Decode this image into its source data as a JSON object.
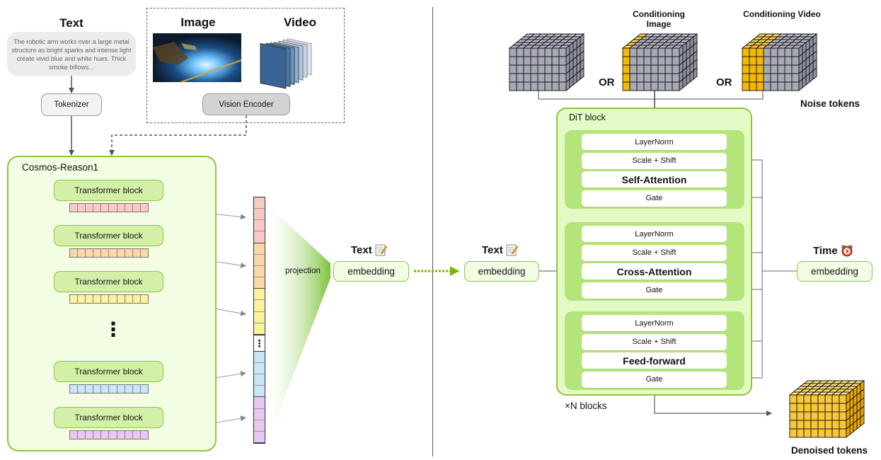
{
  "left": {
    "text_input": {
      "title": "Text",
      "prompt": "The robotic arm works over a large metal structure as bright sparks and intense light create vivid blue and white hues. Thick smoke billows..."
    },
    "tokenizer_label": "Tokenizer",
    "vision": {
      "image_title": "Image",
      "video_title": "Video",
      "encoder_label": "Vision Encoder"
    },
    "reasoner": {
      "title": "Cosmos-Reason1",
      "blocks": [
        {
          "label": "Transformer block",
          "token_color": "#f9c9c4"
        },
        {
          "label": "Transformer block",
          "token_color": "#fcd8a8"
        },
        {
          "label": "Transformer block",
          "token_color": "#fbf29c"
        },
        {
          "label": "Transformer block",
          "token_color": "#c7e6f7"
        },
        {
          "label": "Transformer block",
          "token_color": "#e8c8f2"
        }
      ],
      "ellipsis": "⋮"
    },
    "projection_label": "projection",
    "text_embedding": {
      "title": "Text",
      "icon": "notepad-icon",
      "label": "embedding"
    }
  },
  "right": {
    "noise_cubes": {
      "conditioning_image_label": "Conditioning Image",
      "conditioning_video_label": "Conditioning Video",
      "or_label": "OR",
      "noise_tokens_label": "Noise tokens"
    },
    "dit": {
      "title": "DiT block",
      "groups": [
        {
          "rows": [
            "LayerNorm",
            "Scale + Shift",
            "Self-Attention",
            "Gate"
          ]
        },
        {
          "rows": [
            "LayerNorm",
            "Scale + Shift",
            "Cross-Attention",
            "Gate"
          ]
        },
        {
          "rows": [
            "LayerNorm",
            "Scale + Shift",
            "Feed-forward",
            "Gate"
          ]
        }
      ],
      "repeat_label": "×N blocks"
    },
    "text_embedding": {
      "title": "Text",
      "icon": "notepad-icon",
      "label": "embedding"
    },
    "time_embedding": {
      "title": "Time",
      "icon": "alarm-clock-icon",
      "label": "embedding"
    },
    "denoised_label": "Denoised tokens"
  },
  "colors": {
    "green_border": "#8cc63f",
    "green_light": "#f2fde4",
    "green_mid": "#b3e57a",
    "conditioning_yellow": "#f5b800"
  }
}
